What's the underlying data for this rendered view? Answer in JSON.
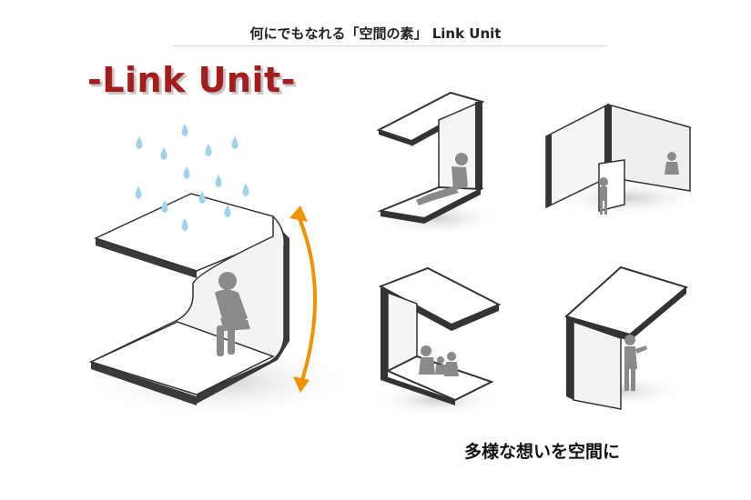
{
  "header": {
    "title": "何にでもなれる「空間の素」 Link Unit"
  },
  "logo": {
    "text": "-Link Unit-"
  },
  "caption": {
    "text": "多様な想いを空間に"
  },
  "colors": {
    "logo": "#a51c1c",
    "arrow": "#f39200",
    "drops": "#9fd3ea",
    "panel": "#ffffff",
    "edge": "#333333",
    "figure": "#8a8a8a"
  }
}
